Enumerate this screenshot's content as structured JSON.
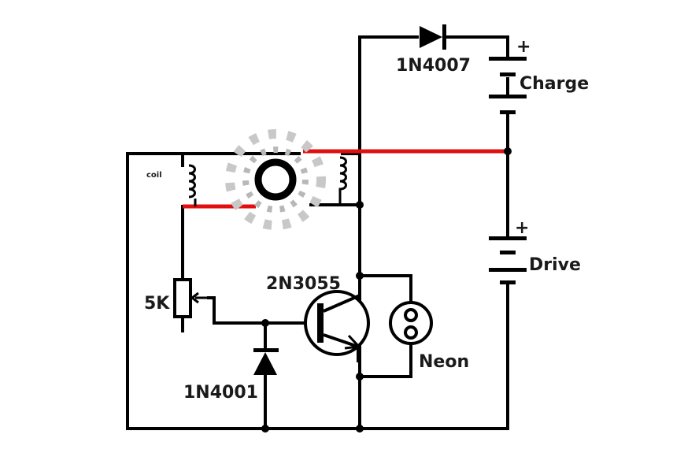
{
  "labels": {
    "coil": "coil",
    "diode_top": "1N4007",
    "charge": "Charge",
    "drive": "Drive",
    "pot": "5K",
    "transistor": "2N3055",
    "neon": "Neon",
    "diode_bottom": "1N4001",
    "plus_charge": "+",
    "plus_drive": "+"
  },
  "colors": {
    "wire": "#000000",
    "highlight_wire": "#e01010"
  }
}
